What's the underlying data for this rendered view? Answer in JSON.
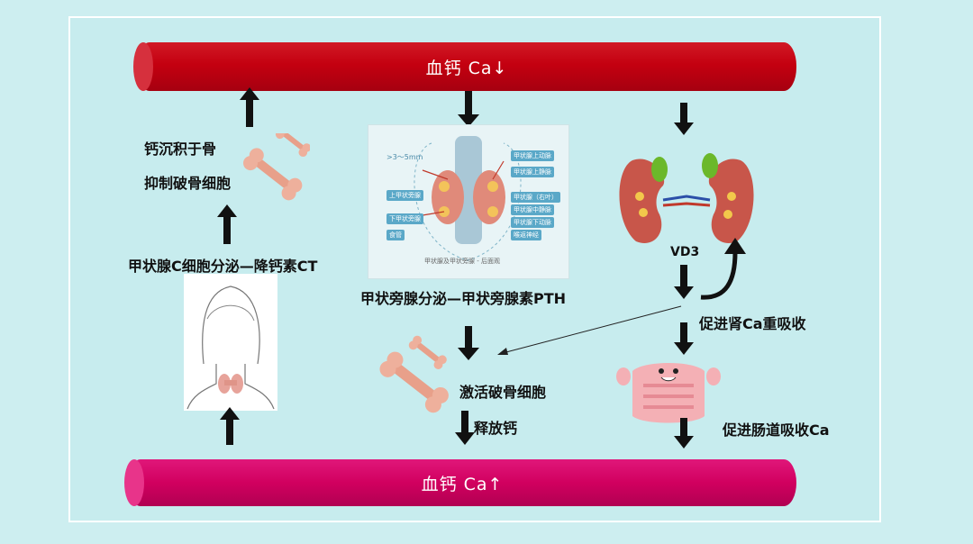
{
  "top_bar": {
    "label": "血钙 Ca↓"
  },
  "bottom_bar": {
    "label": "血钙 Ca↑"
  },
  "left_path": {
    "bone_label_1": "钙沉积于骨",
    "bone_label_2": "抑制破骨细胞",
    "secretion_label": "甲状腺C细胞分泌—降钙素CT"
  },
  "middle_path": {
    "pth_label": "甲状旁腺分泌—甲状旁腺素PTH",
    "activate_label": "激活破骨细胞",
    "release_label": "释放钙",
    "thyroid_image": {
      "size_label": ">3～5mm",
      "caption": "甲状腺及甲状旁腺 - 后面观",
      "left_tags": [
        "上甲状旁腺",
        "下甲状旁腺",
        "食管"
      ],
      "right_tags": [
        "甲状腺上动脉",
        "甲状腺上静脉",
        "甲状腺（右叶）",
        "甲状腺中静脉",
        "甲状腺下动脉",
        "喉返神经"
      ]
    }
  },
  "right_path": {
    "vd3_label": "VD3",
    "kidney_label": "促进肾Ca重吸收",
    "intestine_label": "促进肠道吸收Ca"
  },
  "colors": {
    "background": "#cdeef0",
    "top_bar": "#c40010",
    "bottom_bar": "#d1005f",
    "arrow": "#111111",
    "bone": "#e8a08a"
  }
}
